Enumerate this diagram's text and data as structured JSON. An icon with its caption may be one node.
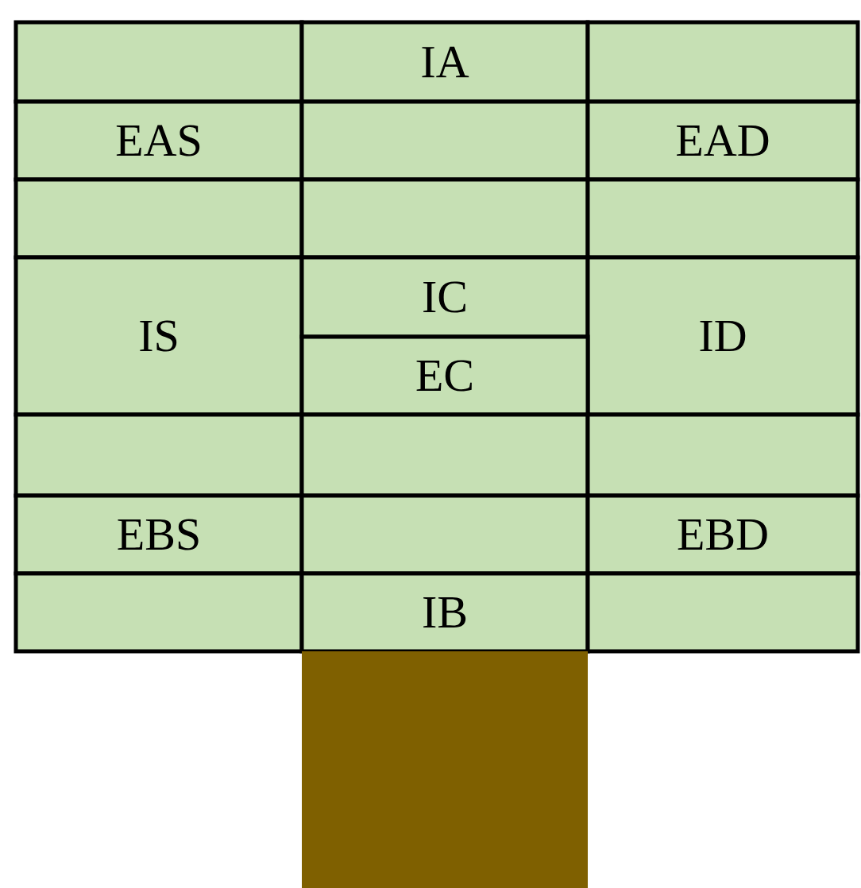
{
  "diagram": {
    "nodes": [
      {
        "text": [],
        "shape": "box"
      },
      {
        "text": [
          "IA"
        ]
      },
      {
        "text": [],
        "shape": "box"
      },
      {
        "text": [
          "EAS"
        ]
      },
      {
        "text": [],
        "shape": "box"
      },
      {
        "text": [
          "EAD"
        ]
      },
      {
        "text": [],
        "shape": "box"
      },
      {
        "text": [],
        "shape": "box"
      },
      {
        "text": [],
        "shape": "box"
      },
      {
        "text": [
          "IS"
        ]
      },
      {
        "text": [
          "IC"
        ]
      },
      {
        "text": [
          "ID"
        ]
      },
      {
        "text": [
          "EC"
        ]
      },
      {
        "text": [],
        "shape": "box"
      },
      {
        "text": [],
        "shape": "box"
      },
      {
        "text": [],
        "shape": "box"
      },
      {
        "text": [
          "EBS"
        ]
      },
      {
        "text": [],
        "shape": "box"
      },
      {
        "text": [
          "EBD"
        ]
      },
      {
        "text": [],
        "shape": "box"
      },
      {
        "text": [
          "IB"
        ]
      },
      {
        "text": [],
        "shape": "box"
      },
      {
        "text": [],
        "shape": "box"
      }
    ]
  }
}
